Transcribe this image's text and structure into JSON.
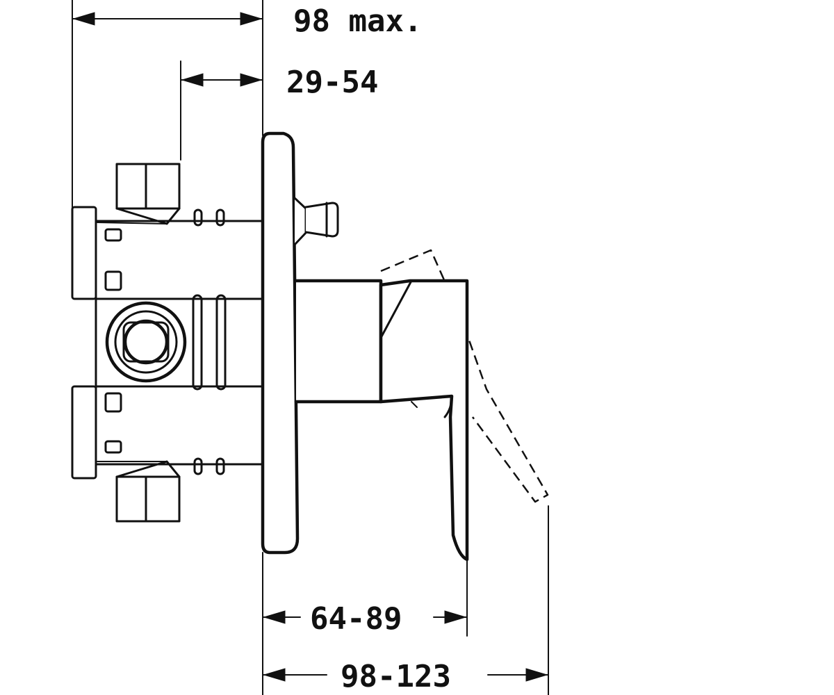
{
  "dimensions": {
    "overall_depth": "98 max.",
    "wall_adjust": "29-54",
    "lever_reach": "64-89",
    "total_reach": "98-123"
  },
  "colors": {
    "line": "#111111",
    "background": "#ffffff"
  }
}
